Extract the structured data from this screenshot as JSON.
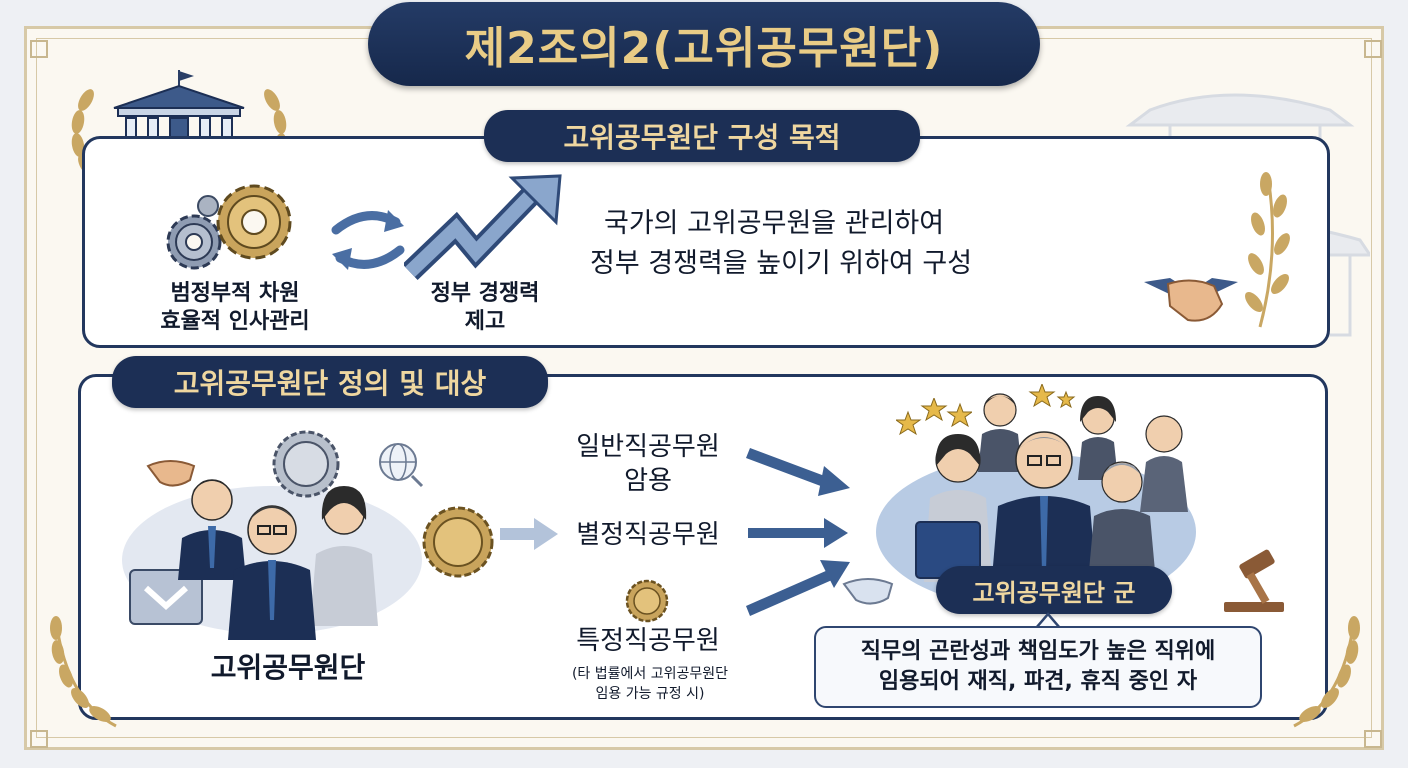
{
  "title": "제2조의2(고위공무원단)",
  "purpose": {
    "header": "고위공무원단 구성 목적",
    "item1_line1": "범정부적 차원",
    "item1_line2": "효율적 인사관리",
    "item2_line1": "정부 경쟁력",
    "item2_line2": "제고",
    "statement_line1": "국가의 고위공무원을 관리하여",
    "statement_line2": "정부 경쟁력을 높이기 위하여 구성"
  },
  "definition": {
    "header": "고위공무원단 정의 및 대상",
    "left_label": "고위공무원단",
    "sources": [
      {
        "line1": "일반직공무원",
        "line2": "암용"
      },
      {
        "line1": "별정직공무원",
        "line2": ""
      },
      {
        "line1": "특정직공무원",
        "line2": ""
      }
    ],
    "note_line1": "(타 법률에서 고위공무원단",
    "note_line2": "임용 가능 규정 시)",
    "group_label": "고위공무원단 군",
    "group_desc_line1": "직무의 곤란성과 책임도가 높은 직위에",
    "group_desc_line2": "임용되어 재직, 파견, 휴직 중인 자"
  },
  "colors": {
    "navy": "#1c2f55",
    "gold": "#e9cc86",
    "arrow_blue": "#3c5f92"
  },
  "icons": [
    "building-icon",
    "laurel-icon",
    "gears-icon",
    "exchange-arrows-icon",
    "growth-arrow-icon",
    "handshake-icon",
    "officials-group-icon",
    "medal-icon",
    "globe-icon",
    "gavel-icon",
    "star-icon"
  ]
}
